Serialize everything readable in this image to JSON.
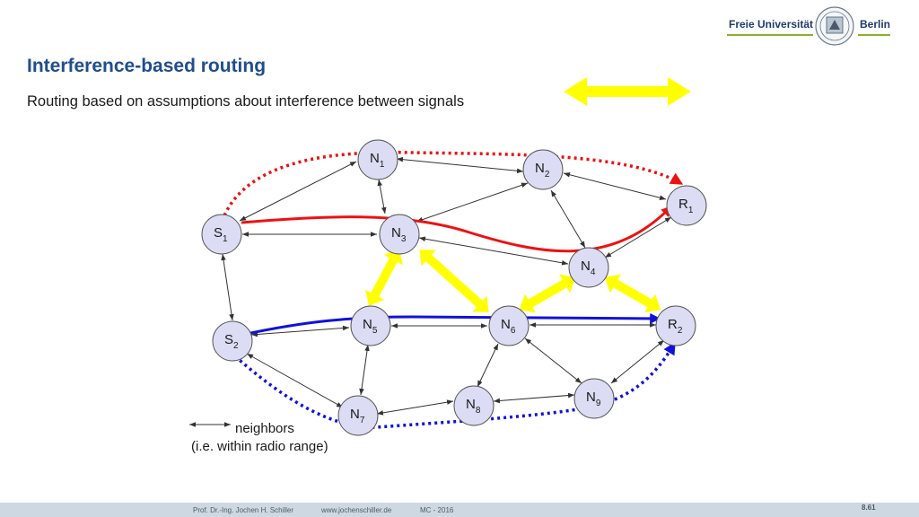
{
  "header": {
    "logo_left": "Freie Universität",
    "logo_right": "Berlin",
    "title": "Interference-based routing",
    "subtitle": "Routing based on assumptions about interference between signals"
  },
  "nodes": [
    {
      "id": "N1",
      "main": "N",
      "sub": "1"
    },
    {
      "id": "N2",
      "main": "N",
      "sub": "2"
    },
    {
      "id": "R1",
      "main": "R",
      "sub": "1"
    },
    {
      "id": "S1",
      "main": "S",
      "sub": "1"
    },
    {
      "id": "N3",
      "main": "N",
      "sub": "3"
    },
    {
      "id": "N4",
      "main": "N",
      "sub": "4"
    },
    {
      "id": "N5",
      "main": "N",
      "sub": "5"
    },
    {
      "id": "N6",
      "main": "N",
      "sub": "6"
    },
    {
      "id": "R2",
      "main": "R",
      "sub": "2"
    },
    {
      "id": "S2",
      "main": "S",
      "sub": "2"
    },
    {
      "id": "N7",
      "main": "N",
      "sub": "7"
    },
    {
      "id": "N8",
      "main": "N",
      "sub": "8"
    },
    {
      "id": "N9",
      "main": "N",
      "sub": "9"
    }
  ],
  "legend": {
    "line1": "neighbors",
    "line2": "(i.e. within radio range)"
  },
  "footer": {
    "author": "Prof. Dr.-Ing. Jochen H. Schiller",
    "website": "www.jochenschiller.de",
    "course": "MC - 2016",
    "page": "8.61"
  },
  "colors": {
    "title": "#1f4e8c",
    "node_fill": "#dcdcf4",
    "route_red": "#ee1111",
    "route_blue": "#1111dd",
    "interference": "#ffff00",
    "footer_bar": "#ced8e2"
  }
}
